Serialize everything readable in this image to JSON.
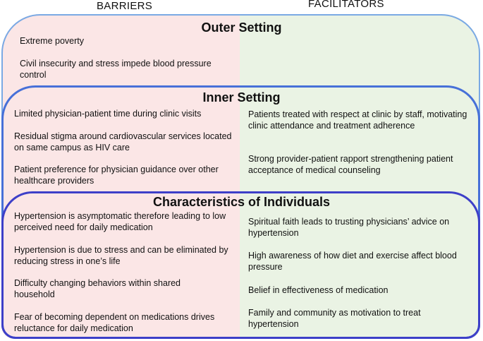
{
  "columns": {
    "barriers": "BARRIERS",
    "facilitators": "FACILITATORS"
  },
  "outer_setting": {
    "title": "Outer Setting",
    "barriers": [
      "Extreme poverty",
      "Civil insecurity and stress impede blood pressure control"
    ],
    "facilitators": []
  },
  "inner_setting": {
    "title": "Inner Setting",
    "barriers": [
      "Limited physician-patient time during clinic visits",
      "Residual stigma around cardiovascular services located on same campus as HIV care",
      "Patient preference for physician guidance over other healthcare providers"
    ],
    "facilitators": [
      "Patients treated with respect at clinic by staff, motivating clinic attendance and treatment adherence",
      "Strong provider-patient rapport strengthening patient acceptance of medical counseling"
    ]
  },
  "characteristics": {
    "title": "Characteristics of Individuals",
    "barriers": [
      "Hypertension is asymptomatic therefore leading to low perceived need for daily medication",
      "Hypertension is due to stress and can be eliminated by reducing stress in one’s life",
      "Difficulty changing behaviors within shared household",
      "Fear of becoming dependent on medications drives reluctance for daily medication"
    ],
    "facilitators": [
      "Spiritual faith leads to trusting physicians’ advice on hypertension",
      "High awareness of how diet and exercise affect blood pressure",
      "Belief in effectiveness of medication",
      "Family and community as motivation to treat hypertension"
    ]
  }
}
